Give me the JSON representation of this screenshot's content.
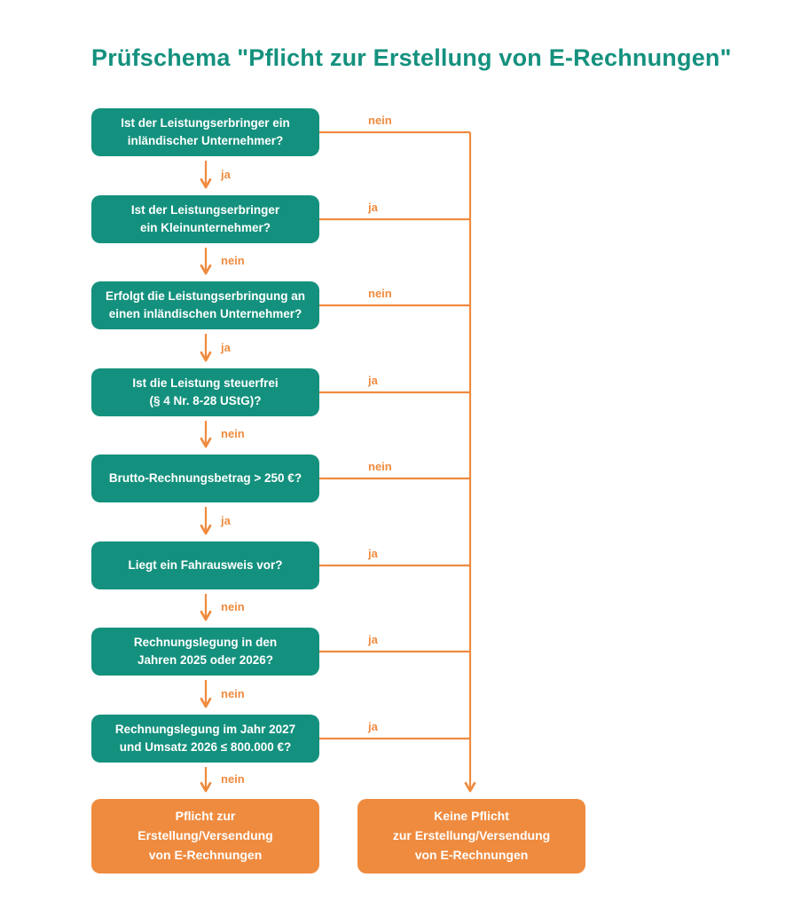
{
  "title": "Prüfschema \"Pflicht zur Erstellung von E-Rechnungen\"",
  "colors": {
    "teal": "#14917E",
    "orange": "#EF8B3F",
    "box_text": "#FFFFFF",
    "background": "#FFFFFF"
  },
  "flow": {
    "steps": [
      {
        "text": "Ist der Leistungserbringer ein\ninländischer Unternehmer?",
        "branch_label": "nein",
        "down_label": "ja"
      },
      {
        "text": "Ist der Leistungserbringer\nein Kleinunternehmer?",
        "branch_label": "ja",
        "down_label": "nein"
      },
      {
        "text": "Erfolgt die Leistungserbringung an\neinen inländischen Unternehmer?",
        "branch_label": "nein",
        "down_label": "ja"
      },
      {
        "text": "Ist die Leistung steuerfrei\n(§ 4 Nr. 8-28 UStG)?",
        "branch_label": "ja",
        "down_label": "nein"
      },
      {
        "text": "Brutto-Rechnungsbetrag > 250 €?",
        "branch_label": "nein",
        "down_label": "ja"
      },
      {
        "text": "Liegt ein Fahrausweis vor?",
        "branch_label": "ja",
        "down_label": "nein"
      },
      {
        "text": "Rechnungslegung in den\nJahren 2025 oder 2026?",
        "branch_label": "ja",
        "down_label": "nein"
      },
      {
        "text": "Rechnungslegung im Jahr 2027\nund Umsatz 2026 ≤ 800.000 €?",
        "branch_label": "ja",
        "down_label": "nein"
      }
    ],
    "results": {
      "obligation": "Pflicht zur\nErstellung/Versendung\nvon E-Rechnungen",
      "no_obligation": "Keine Pflicht\nzur Erstellung/Versendung\nvon E-Rechnungen"
    }
  }
}
